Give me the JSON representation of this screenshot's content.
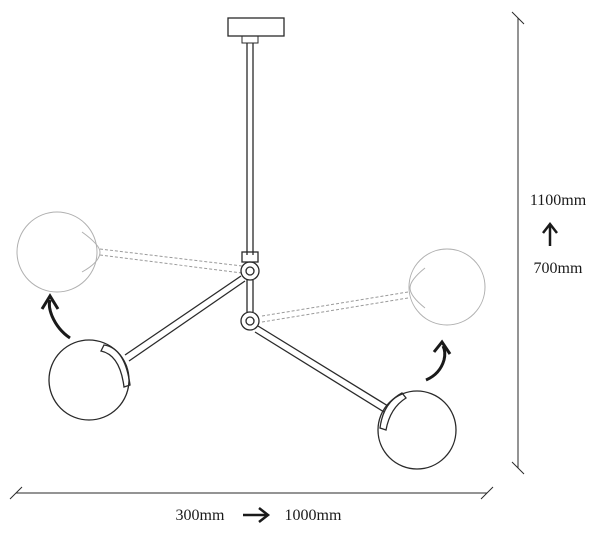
{
  "dimensions": {
    "height_max": "1100mm",
    "height_min": "700mm",
    "width_min": "300mm",
    "width_max": "1000mm"
  },
  "icons": {
    "height_arrow": "up-arrow-icon",
    "width_arrow": "right-arrow-icon",
    "rotate_left": "curved-arrow-icon",
    "rotate_right": "curved-arrow-icon"
  },
  "colors": {
    "line": "#2a2a2a",
    "ghost_line": "#9a9a9a"
  }
}
